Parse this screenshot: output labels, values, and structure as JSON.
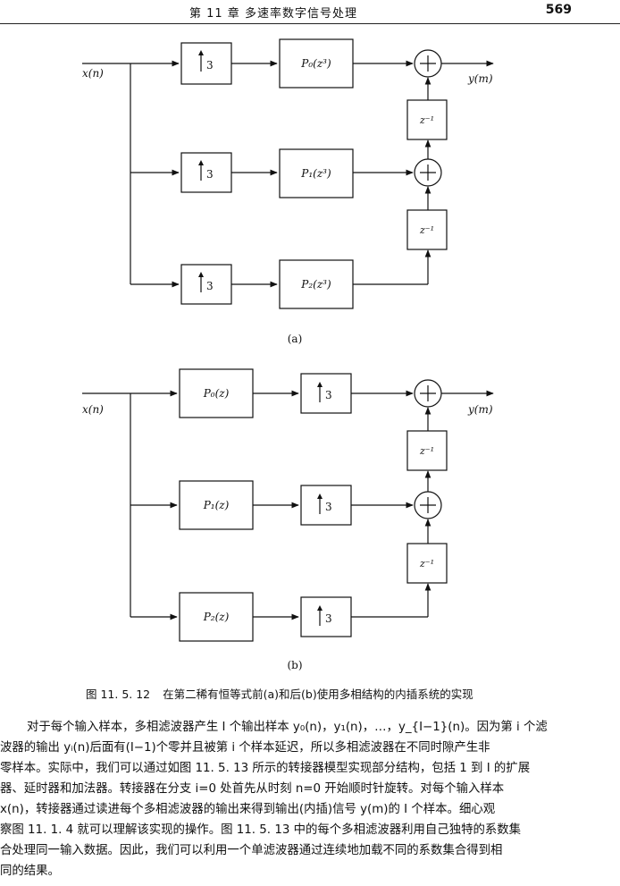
{
  "header": {
    "chapter_title": "第 11 章    多速率数字信号处理",
    "page_number": "569"
  },
  "diagram_a": {
    "input_label": "x(n)",
    "output_label": "y(m)",
    "upsampler_label": "3",
    "filters": [
      "P₀(z³)",
      "P₁(z³)",
      "P₂(z³)"
    ],
    "delay_label": "z⁻¹",
    "sublabel": "(a)"
  },
  "diagram_b": {
    "input_label": "x(n)",
    "output_label": "y(m)",
    "upsampler_label": "3",
    "filters": [
      "P₀(z)",
      "P₁(z)",
      "P₂(z)"
    ],
    "delay_label": "z⁻¹",
    "sublabel": "(b)"
  },
  "caption": {
    "number": "图 11. 5. 12",
    "text": "在第二稀有恒等式前(a)和后(b)使用多相结构的内插系统的实现"
  },
  "body_lines": [
    "对于每个输入样本，多相滤波器产生 I 个输出样本 y₀(n)，y₁(n)，…，y_{I−1}(n)。因为第 i 个滤",
    "波器的输出 yᵢ(n)后面有(I−1)个零并且被第 i 个样本延迟，所以多相滤波器在不同时隙产生非",
    "零样本。实际中，我们可以通过如图 11. 5. 13 所示的转接器模型实现部分结构，包括 1 到 I 的扩展",
    "器、延时器和加法器。转接器在分支 i=0 处首先从时刻 n=0 开始顺时针旋转。对每个输入样本",
    "x(n)，转接器通过读进每个多相滤波器的输出来得到输出(内插)信号 y(m)的 I 个样本。细心观",
    "察图 11. 1. 4 就可以理解该实现的操作。图 11. 5. 13 中的每个多相滤波器利用自己独特的系数集",
    "合处理同一输入数据。因此，我们可以利用一个单滤波器通过连续地加载不同的系数集合得到相",
    "同的结果。"
  ]
}
